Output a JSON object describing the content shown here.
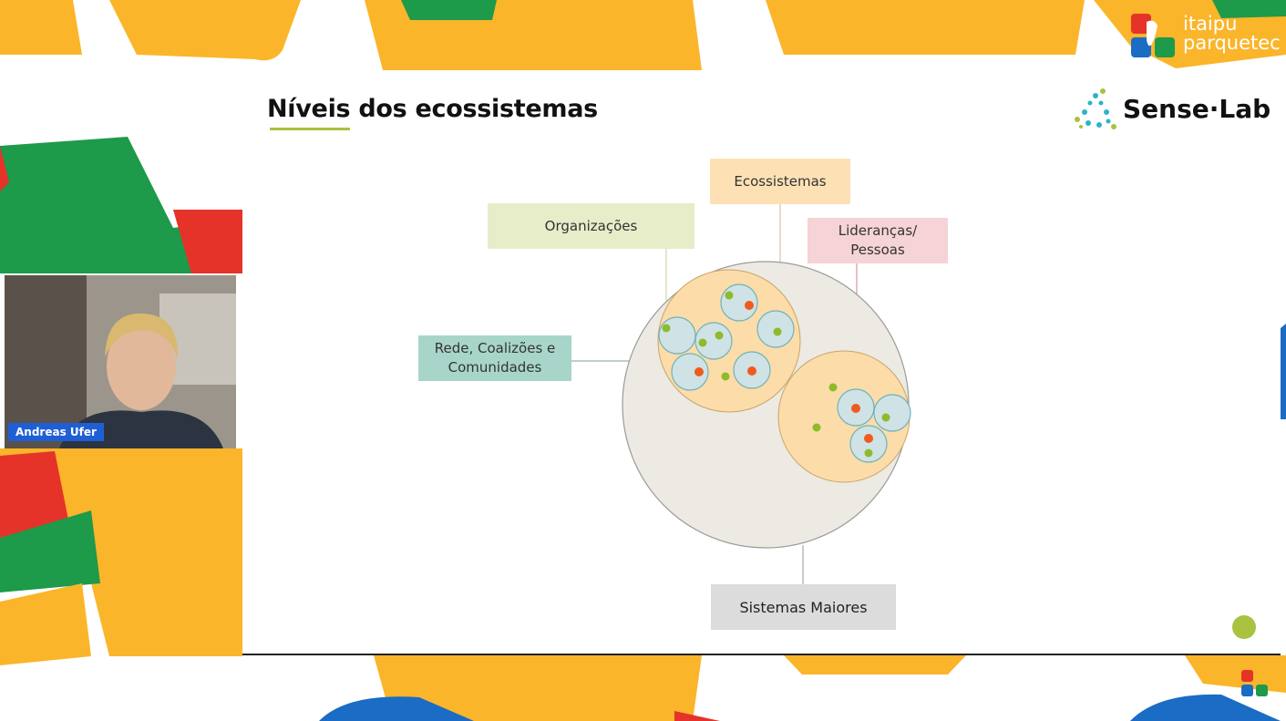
{
  "slide": {
    "title": "Níveis dos ecossistemas",
    "labels": {
      "ecossistemas": "Ecossistemas",
      "organizacoes": "Organizações",
      "liderancas_line1": "Lideranças/",
      "liderancas_line2": "Pessoas",
      "rede_line1": "Rede, Coalizões e",
      "rede_line2": "Comunidades",
      "sistemas": "Sistemas Maiores"
    }
  },
  "branding": {
    "sense_lab": "Sense·Lab",
    "itaipu_line1": "itaipu",
    "itaipu_line2": "parquetec"
  },
  "participant": {
    "name": "Andreas Ufer"
  },
  "colors": {
    "orange": "#fbb52a",
    "green": "#1d9a4a",
    "red": "#e5332a",
    "blue": "#1a6cc4",
    "accent_green": "#a9c23f",
    "dot_red": "#f05a1e"
  }
}
